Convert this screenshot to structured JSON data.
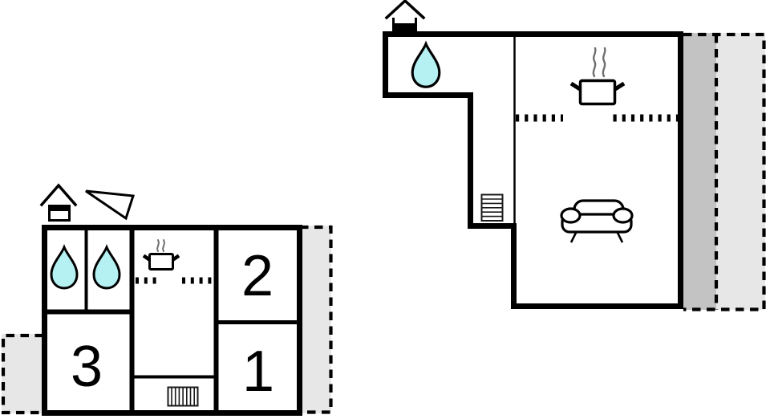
{
  "document": {
    "type": "floor-plan",
    "background": "#ffffff"
  },
  "colors": {
    "wall": "#000000",
    "water_drop": "#b5f1f2",
    "terrace_light": "#e7e7e7",
    "terrace_dark": "#c3c3c3",
    "steam": "#6f6f6f",
    "plan_fill": "#ffffff"
  },
  "plans": {
    "left": {
      "rooms": {
        "room1": {
          "label": "1"
        },
        "room2": {
          "label": "2"
        },
        "room3": {
          "label": "3"
        }
      },
      "icons": [
        "chimney-icon",
        "north-arrow-icon",
        "water-drop-icon",
        "water-drop-icon",
        "stove-pot-icon",
        "kitchen-counter-dashes",
        "radiator-icon"
      ],
      "outdoor_areas": [
        "terrace-left-dashed",
        "terrace-right-dashed"
      ]
    },
    "right": {
      "icons": [
        "chimney-icon",
        "water-drop-icon",
        "stove-pot-icon",
        "kitchen-counter-dashes",
        "stairs-icon",
        "sofa-icon"
      ],
      "outdoor_areas": [
        "terrace-dark-strip",
        "terrace-light-dashed"
      ]
    }
  }
}
